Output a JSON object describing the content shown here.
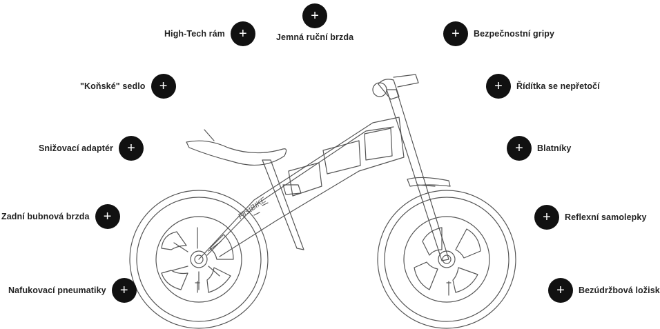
{
  "features": [
    {
      "id": "jemna-rucni-brzda",
      "label": "Jemná ruční brzda",
      "icon": "plus-icon"
    },
    {
      "id": "high-tech-ram",
      "label": "High-Tech rám",
      "icon": "plus-icon"
    },
    {
      "id": "bezpecnostni-gripy",
      "label": "Bezpečnostní gripy",
      "icon": "plus-icon"
    },
    {
      "id": "konske-sedlo",
      "label": "\"Koňské\" sedlo",
      "icon": "plus-icon"
    },
    {
      "id": "riditka",
      "label": "Řídítka se nepřetočí",
      "icon": "plus-icon"
    },
    {
      "id": "snizovaci-adapter",
      "label": "Snižovací adaptér",
      "icon": "plus-icon"
    },
    {
      "id": "blatniky",
      "label": "Blatníky",
      "icon": "plus-icon"
    },
    {
      "id": "zadni-bubnova-brzda",
      "label": "Zadní bubnová brzda",
      "icon": "plus-icon"
    },
    {
      "id": "reflexni-samolepky",
      "label": "Reflexní samolepky",
      "icon": "plus-icon"
    },
    {
      "id": "nafukovaci-pneumatiky",
      "label": "Nafukovací pneumatiky",
      "icon": "plus-icon"
    },
    {
      "id": "bezudrzbova-loziska",
      "label": "Bezúdržbová ložiska",
      "icon": "plus-icon"
    }
  ],
  "plus_symbol": "+",
  "frame_brand": "FirstBIKE",
  "colors": {
    "button": "#111111",
    "button_text": "#ffffff",
    "label": "#222222",
    "line": "#555555"
  }
}
